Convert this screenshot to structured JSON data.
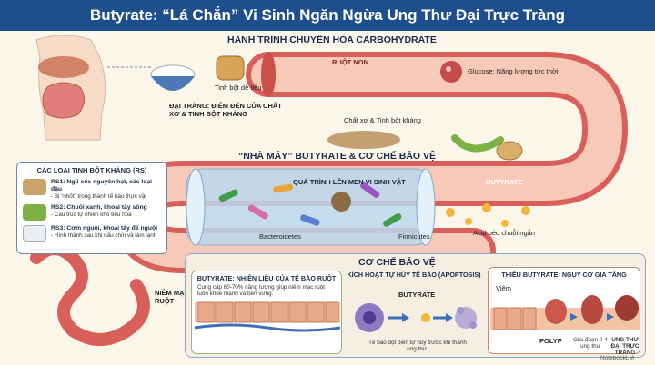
{
  "title": "Butyrate: “Lá Chắn” Vi Sinh Ngăn Ngừa Ung Thư Đại Trực Tràng",
  "journey": {
    "heading": "HÀNH TRÌNH CHUYỂN HÓA CARBOHYDRATE",
    "small_intestine": "RUỘT NON",
    "digestible_starch": "Tinh bột dễ tiêu",
    "glucose": "Glucose: Năng lượng tức thời",
    "colon_label": "ĐẠI TRÀNG: ĐIỂM ĐẾN CỦA CHẤT XƠ & TINH BỘT KHÁNG",
    "fiber_label": "Chất xơ & Tinh bột kháng"
  },
  "factory": {
    "heading": "“NHÀ MÁY” BUTYRATE & CƠ CHẾ BẢO VỆ",
    "fermentation": "QUÁ TRÌNH LÊN MEN VI SINH VẬT",
    "bacteroidetes": "Bacteroidetes",
    "firmicutes": "Firmicutes",
    "butyrate": "BUTYRATE",
    "acid": "Acid béo chuỗi ngắn"
  },
  "rs_box": {
    "heading": "CÁC LOẠI TINH BỘT KHÁNG (RS)",
    "items": [
      {
        "title": "RS1: Ngũ cốc nguyên hạt, các loại đậu",
        "desc": "- Bị “nhốt” trong thành tế bào thực vật",
        "color": "#c9a36a"
      },
      {
        "title": "RS2: Chuối xanh, khoai tây sống",
        "desc": "- Cấu trúc tự nhiên khó tiêu hóa",
        "color": "#7db045"
      },
      {
        "title": "RS3: Cơm nguội, khoai tây để nguội",
        "desc": "- Hình thành sau khi nấu chín và làm lạnh",
        "color": "#e9eef2"
      }
    ]
  },
  "colon_mucosa": "NIÊM MẠC RUỘT",
  "mechanism": {
    "heading": "CƠ CHẾ BẢO VỆ",
    "fuel_title": "BUTYRATE: NHIÊN LIỆU CỦA TẾ BÀO RUỘT",
    "fuel_desc": "Cung cấp 60-70% năng lượng giúp niêm mạc ruột luôn khỏe mạnh và bền vững.",
    "apoptosis_title": "KÍCH HOẠT TỰ HỦY TẾ BÀO (APOPTOSIS)",
    "butyrate": "BUTYRATE",
    "apoptosis_desc": "Tế bào đột biến tự hủy trước khi thành ung thư.",
    "risk_title": "THIẾU BUTYRATE: NGUY CƠ GIA TĂNG",
    "inflammation": "Viêm",
    "polyp": "POLYP",
    "stage": "Giai đoạn 0-4 ung thư",
    "crc": "UNG THƯ ĐẠI TRỰC TRÀNG"
  },
  "watermark": "NotebookLM",
  "colors": {
    "title_bg": "#1f4e8c",
    "gut": "#d9605a",
    "panel_border": "#8ca6c9"
  }
}
